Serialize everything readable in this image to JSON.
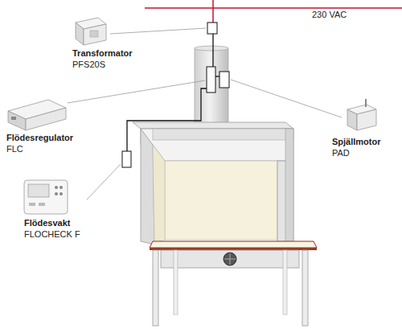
{
  "diagram": {
    "labels": [
      "230 VAC",
      "Transformator",
      "PFS20S",
      "Flödesregulator",
      "FLC",
      "Spjällmotor",
      "PAD",
      "Flödesvakt",
      "FLOCHECK F"
    ]
  }
}
